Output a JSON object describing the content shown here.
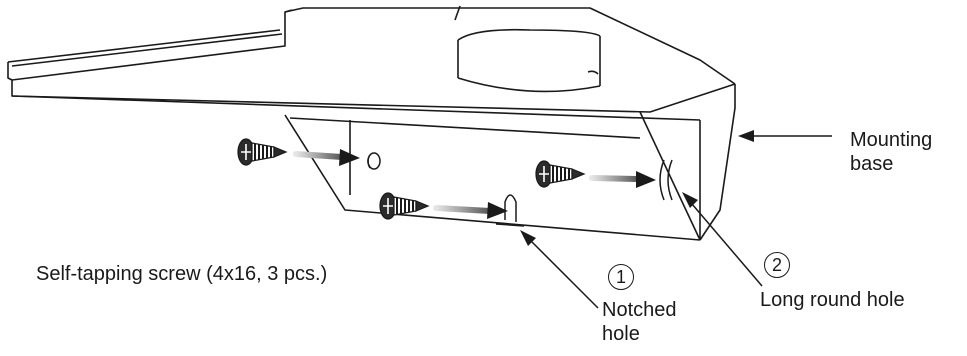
{
  "labels": {
    "mounting_base_line1": "Mounting",
    "mounting_base_line2": "base",
    "screw": "Self-tapping screw (4x16, 3 pcs.)",
    "notched_hole_line1": "Notched",
    "notched_hole_line2": "hole",
    "long_round_hole": "Long round hole"
  },
  "callouts": {
    "notched_hole_number": "1",
    "long_round_hole_number": "2"
  },
  "colors": {
    "line": "#1a1a1a",
    "screw_body": "#2b2b2b",
    "arrow_shadow": "#9a9a9a"
  }
}
